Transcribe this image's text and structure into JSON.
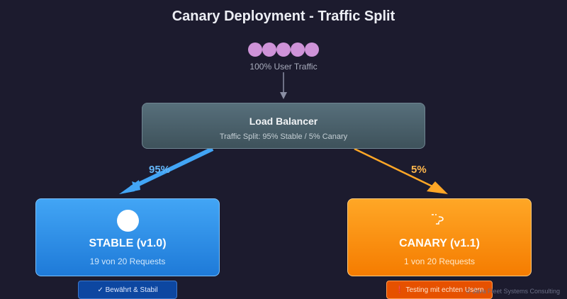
{
  "title": "Canary Deployment - Traffic Split",
  "users": {
    "count": 5,
    "label": "100% User Traffic",
    "color": "#ce93d8"
  },
  "load_balancer": {
    "title": "Load Balancer",
    "subtitle": "Traffic Split: 95% Stable / 5% Canary"
  },
  "stable": {
    "percent": "95%",
    "name": "STABLE (v1.0)",
    "requests": "19 von 20 Requests",
    "badge": "✓ Bewährt & Stabil",
    "color": "#42a5f5"
  },
  "canary": {
    "percent": "5%",
    "name": "CANARY (v1.1)",
    "requests": "1 von 20 Requests",
    "badge": "❗ Testing mit echten Usern",
    "icon": "bird-icon",
    "color": "#ffa726"
  },
  "footer": "© Java Fleet Systems Consulting"
}
